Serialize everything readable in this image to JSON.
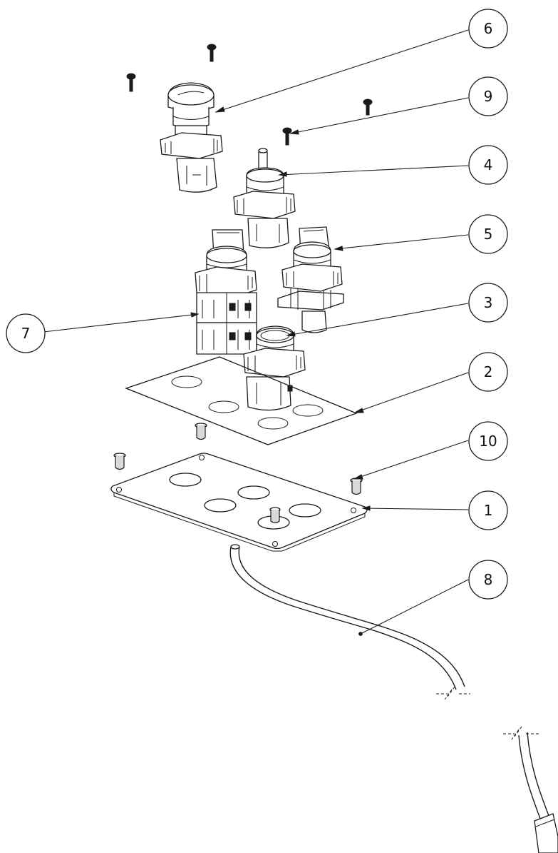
{
  "balloons": [
    {
      "id": "b6",
      "label": "6"
    },
    {
      "id": "b9",
      "label": "9"
    },
    {
      "id": "b4",
      "label": "4"
    },
    {
      "id": "b5",
      "label": "5"
    },
    {
      "id": "b3",
      "label": "3"
    },
    {
      "id": "b7",
      "label": "7"
    },
    {
      "id": "b2",
      "label": "2"
    },
    {
      "id": "b10",
      "label": "10"
    },
    {
      "id": "b1",
      "label": "1"
    },
    {
      "id": "b8",
      "label": "8"
    }
  ]
}
